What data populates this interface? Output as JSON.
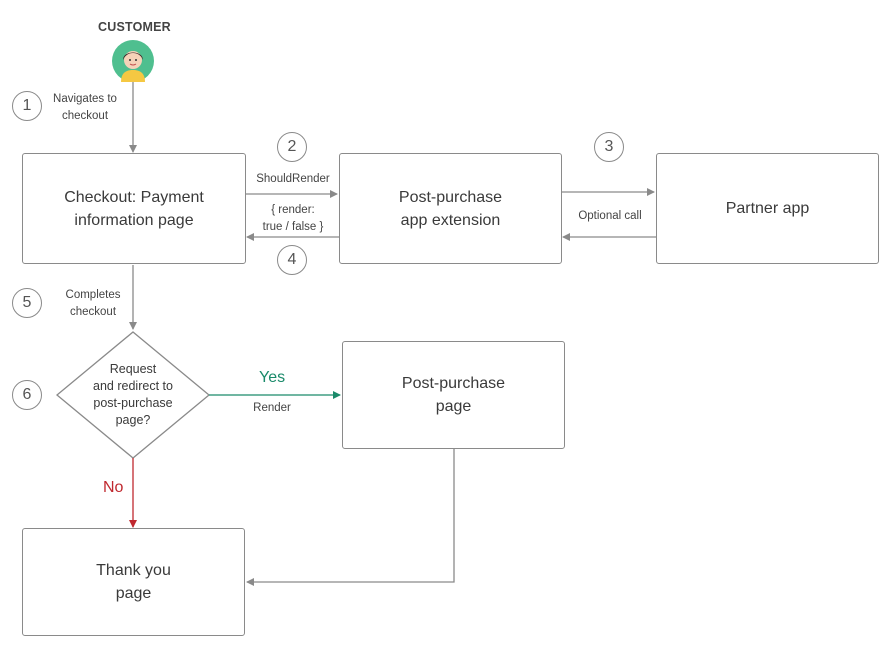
{
  "actor": {
    "label": "CUSTOMER"
  },
  "steps": {
    "s1": {
      "num": "1",
      "text": "Navigates to\ncheckout"
    },
    "s2": {
      "num": "2",
      "text": "ShouldRender"
    },
    "s3": {
      "num": "3",
      "text": "Optional call"
    },
    "s4": {
      "num": "4",
      "text": "{ render:\ntrue / false }"
    },
    "s5": {
      "num": "5",
      "text": "Completes\ncheckout"
    },
    "s6": {
      "num": "6"
    }
  },
  "nodes": {
    "checkout": "Checkout: Payment\ninformation page",
    "extension": "Post-purchase\napp extension",
    "partner": "Partner app",
    "decision": "Request\nand redirect to\npost-purchase\npage?",
    "postpage": "Post-purchase\npage",
    "thankyou": "Thank you\npage"
  },
  "edges": {
    "yes": "Yes",
    "render": "Render",
    "no": "No"
  },
  "colors": {
    "yes": "#1a8a6a",
    "no": "#c0292f",
    "line": "#8a8a8a"
  }
}
